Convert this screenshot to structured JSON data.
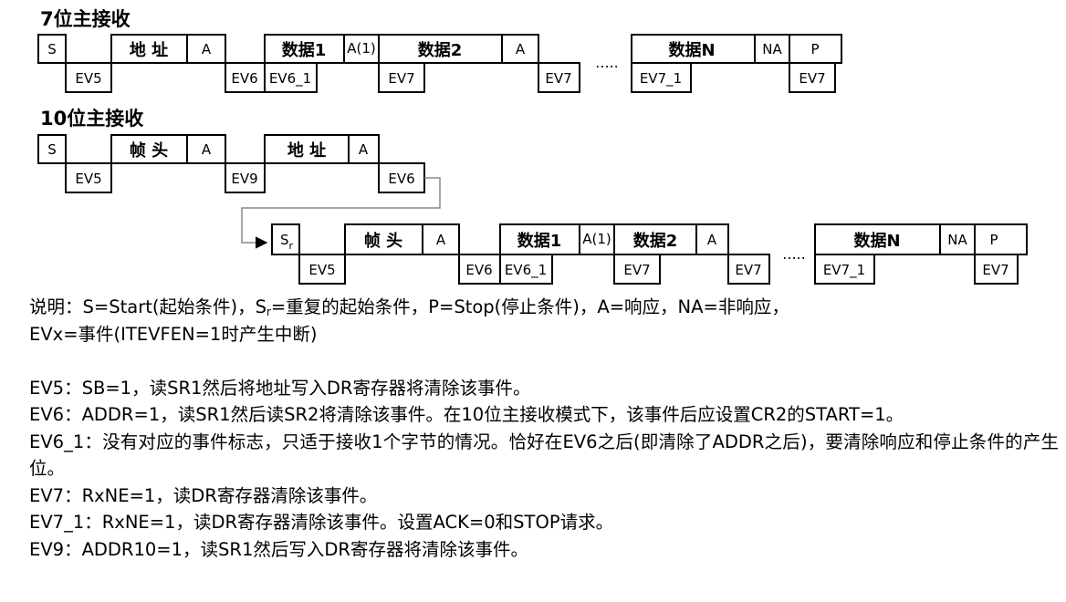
{
  "sections": [
    {
      "title": "7位主接收",
      "boxes": [
        "S",
        "地 址",
        "A",
        "数据1",
        "A(1)",
        "数据2",
        "A",
        "数据N",
        "NA",
        "P"
      ],
      "events": [
        "EV5",
        "EV6",
        "EV6_1",
        "EV7",
        "EV7",
        "EV7_1",
        "EV7"
      ],
      "ellipsis": "....."
    },
    {
      "title": "10位主接收",
      "boxes": [
        "S",
        "帧 头",
        "A",
        "地 址",
        "A"
      ],
      "events": [
        "EV5",
        "EV9",
        "EV6"
      ]
    },
    {
      "boxes": [
        "S",
        "r",
        "帧 头",
        "A",
        "数据1",
        "A(1)",
        "数据2",
        "A",
        "数据N",
        "NA",
        "P"
      ],
      "events": [
        "EV5",
        "EV6",
        "EV6_1",
        "EV7",
        "EV7",
        "EV7_1",
        "EV7"
      ],
      "ellipsis": "....."
    }
  ],
  "notes": {
    "legend_line1_before_sub": "说明：S=Start(起始条件)，S",
    "legend_line1_sub": "r",
    "legend_line1_after_sub": "=重复的起始条件，P=Stop(停止条件)，A=响应，NA=非响应，",
    "legend_line2": "EVx=事件(ITEVFEN=1时产生中断)",
    "ev5": "EV5：SB=1，读SR1然后将地址写入DR寄存器将清除该事件。",
    "ev6": "EV6：ADDR=1，读SR1然后读SR2将清除该事件。在10位主接收模式下，该事件后应设置CR2的START=1。",
    "ev6_1": "EV6_1：没有对应的事件标志，只适于接收1个字节的情况。恰好在EV6之后(即清除了ADDR之后)，要清除响应和停止条件的产生位。",
    "ev7": "EV7：RxNE=1，读DR寄存器清除该事件。",
    "ev7_1": "EV7_1：RxNE=1，读DR寄存器清除该事件。设置ACK=0和STOP请求。",
    "ev9": "EV9：ADDR10=1，读SR1然后写入DR寄存器将清除该事件。"
  }
}
